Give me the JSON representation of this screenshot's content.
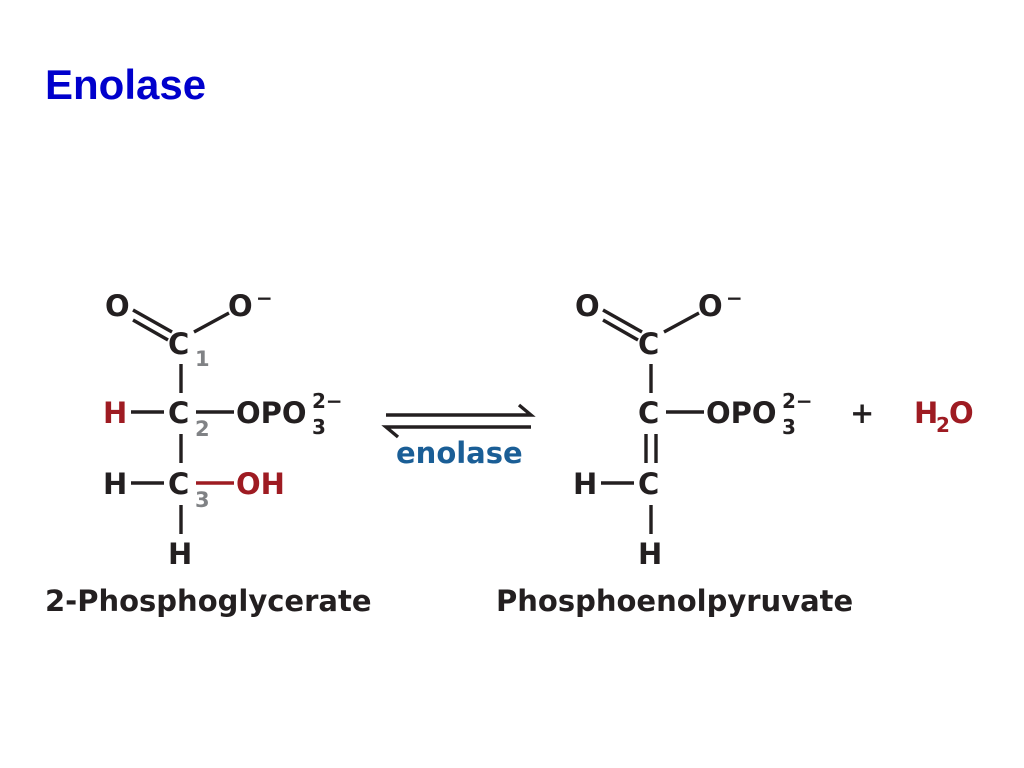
{
  "title": "Enolase",
  "colors": {
    "title": "#0000cc",
    "atom": "#231f20",
    "highlight": "#9e1b22",
    "carbon_number": "#808285",
    "enzyme": "#1a5e96"
  },
  "reactant": {
    "name": "2-Phosphoglycerate",
    "carbonyl_oxygen": "O",
    "carboxylate_oxygen": "O",
    "carboxylate_charge": "−",
    "c1": "C",
    "c1_number": "1",
    "hydrogen_c2": "H",
    "c2": "C",
    "c2_number": "2",
    "phosphate": "OPO",
    "phosphate_subscript": "3",
    "phosphate_charge": "2−",
    "hydrogen_c3": "H",
    "c3": "C",
    "c3_number": "3",
    "hydroxyl": "OH",
    "hydrogen_bottom": "H"
  },
  "reaction": {
    "enzyme": "enolase"
  },
  "product": {
    "name": "Phosphoenolpyruvate",
    "carbonyl_oxygen": "O",
    "carboxylate_oxygen": "O",
    "carboxylate_charge": "−",
    "c1": "C",
    "c2": "C",
    "phosphate": "OPO",
    "phosphate_subscript": "3",
    "phosphate_charge": "2−",
    "hydrogen_c3": "H",
    "c3": "C",
    "hydrogen_bottom": "H",
    "plus": "+",
    "water_h": "H",
    "water_subscript": "2",
    "water_o": "O"
  }
}
